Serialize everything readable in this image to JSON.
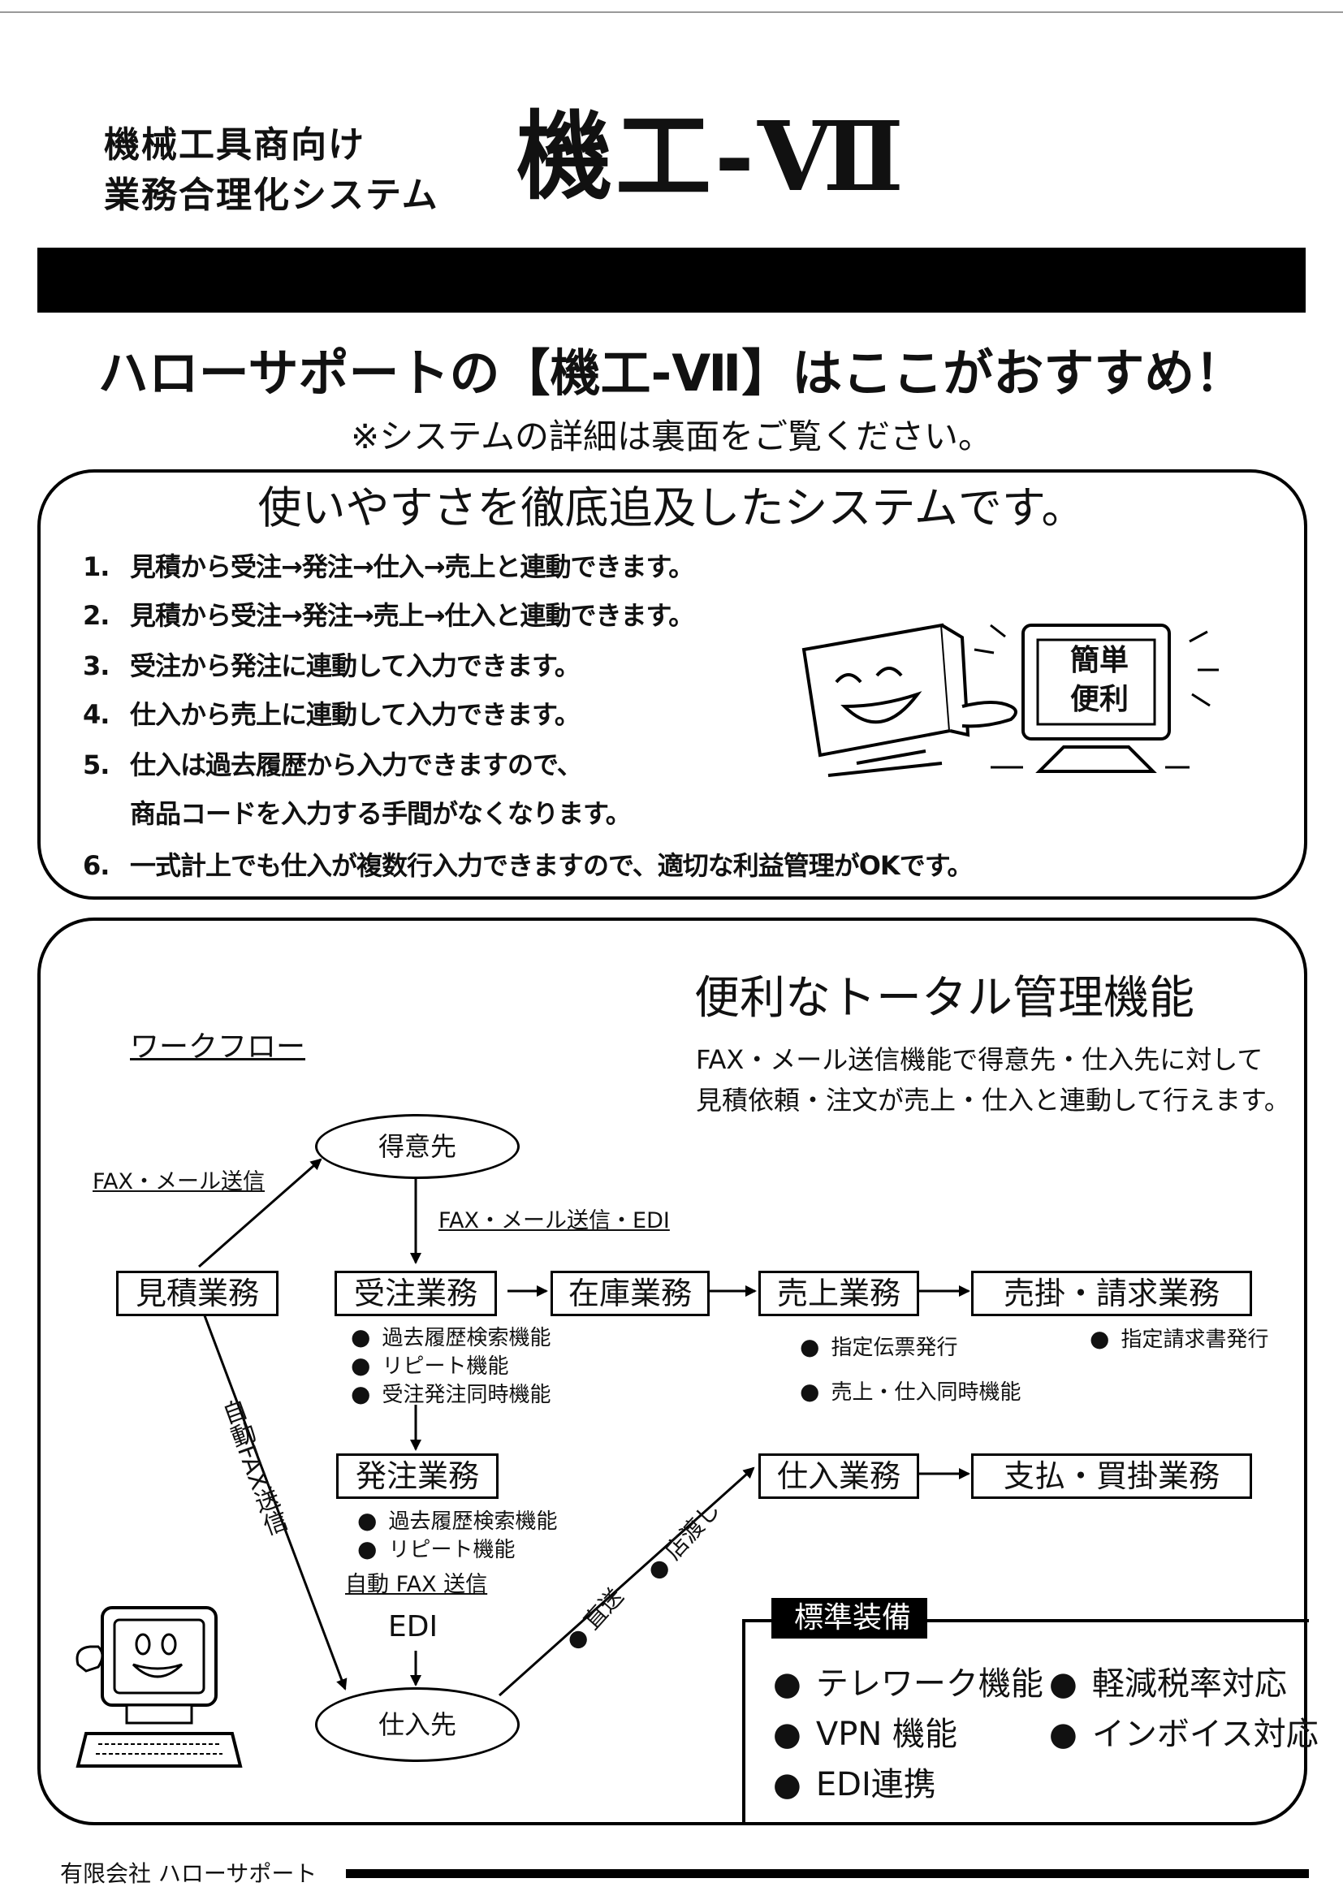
{
  "header": {
    "subtitle_line1": "機械工具商向け",
    "subtitle_line2": "業務合理化システム",
    "brand": "機工-Ⅶ"
  },
  "headline": "ハローサポートの【機工-Ⅶ】はここがおすすめ！",
  "note": "※システムの詳細は裏面をご覧ください。",
  "ease_box": {
    "title": "使いやすさを徹底追及したシステムです。",
    "features": [
      {
        "num": "1.",
        "text": "見積から受注→発注→仕入→売上と連動できます。"
      },
      {
        "num": "2.",
        "text": "見積から受注→発注→売上→仕入と連動できます。"
      },
      {
        "num": "3.",
        "text": "受注から発注に連動して入力できます。"
      },
      {
        "num": "4.",
        "text": "仕入から売上に連動して入力できます。"
      },
      {
        "num": "5.",
        "text": "仕入は過去履歴から入力できますので、"
      },
      {
        "num": "",
        "text": "商品コードを入力する手間がなくなります。"
      },
      {
        "num": "6.",
        "text": "一式計上でも仕入が複数行入力できますので、適切な利益管理がOKです。"
      }
    ],
    "illustration_text": [
      "簡単",
      "便利"
    ]
  },
  "total_box": {
    "title": "便利なトータル管理機能",
    "desc_line1": "FAX・メール送信機能で得意先・仕入先に対して",
    "desc_line2": "見積依頼・注文が売上・仕入と連動して行えます。",
    "workflow_label": "ワークフロー",
    "nodes": {
      "customer": "得意先",
      "estimate": "見積業務",
      "order_received": "受注業務",
      "inventory": "在庫業務",
      "sales": "売上業務",
      "receivables": "売掛・請求業務",
      "order_placed": "発注業務",
      "purchase": "仕入業務",
      "payables": "支払・買掛業務",
      "supplier": "仕入先"
    },
    "edges": {
      "estimate_to_customer": "FAX・メール送信",
      "customer_to_order": "FAX・メール送信・EDI",
      "estimate_to_supplier": "自動FAX送信",
      "order_to_supplier_1": "自動 FAX 送信",
      "order_to_supplier_2": "EDI",
      "supplier_to_purchase_1": "直送",
      "supplier_to_purchase_2": "店渡し"
    },
    "order_received_features": [
      "過去履歴検索機能",
      "リピート機能",
      "受注発注同時機能"
    ],
    "sales_features": [
      "指定伝票発行",
      "売上・仕入同時機能"
    ],
    "receivables_features": [
      "指定請求書発行"
    ],
    "order_placed_features": [
      "過去履歴検索機能",
      "リピート機能"
    ],
    "bullet": "●"
  },
  "standard": {
    "label": "標準装備",
    "items": [
      "テレワーク機能",
      "軽減税率対応",
      "VPN 機能",
      "インボイス対応",
      "EDI連携"
    ]
  },
  "footer": {
    "company": "有限会社 ハローサポート"
  }
}
